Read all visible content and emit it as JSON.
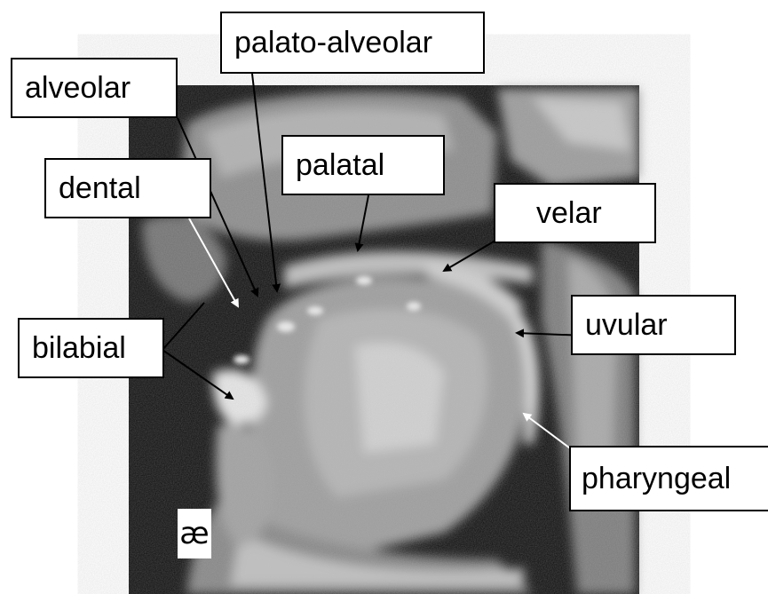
{
  "labels": {
    "palato_alveolar": "palato-alveolar",
    "alveolar": "alveolar",
    "palatal": "palatal",
    "dental": "dental",
    "velar": "velar",
    "uvular": "uvular",
    "bilabial": "bilabial",
    "pharyngeal": "pharyngeal"
  },
  "vowel_symbol": "æ"
}
